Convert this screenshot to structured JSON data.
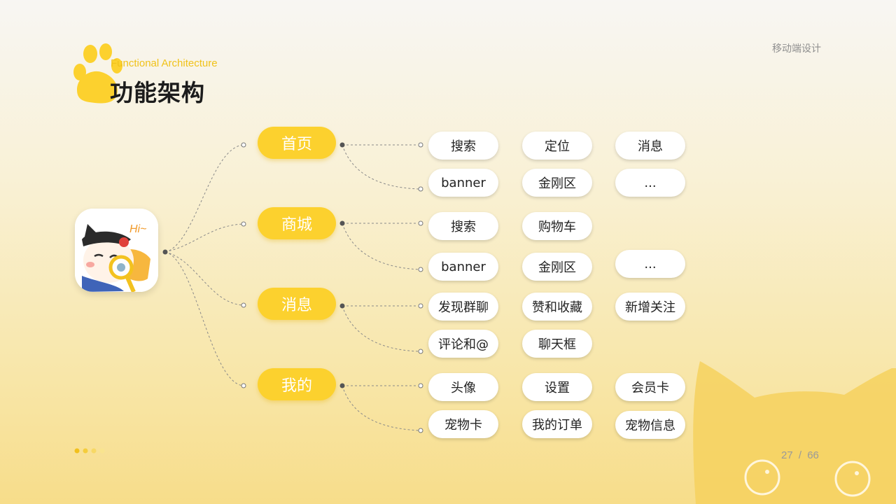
{
  "header": {
    "subtitle": "Functional Architecture",
    "title": "功能架构",
    "corner_label": "移动端设计"
  },
  "footer": {
    "page_current": "27",
    "page_separator": "/",
    "page_total": "66"
  },
  "colors": {
    "accent": "#fcd12e",
    "title": "#1c1c1c",
    "pill_bg": "#ffffff"
  },
  "app_icon": {
    "badge_text": "Hi~"
  },
  "tree": {
    "categories": [
      {
        "label": "首页",
        "rows": [
          [
            "搜索",
            "定位",
            "消息"
          ],
          [
            "banner",
            "金刚区",
            "..."
          ]
        ]
      },
      {
        "label": "商城",
        "rows": [
          [
            "搜索",
            "购物车"
          ],
          [
            "banner",
            "金刚区",
            "..."
          ]
        ]
      },
      {
        "label": "消息",
        "rows": [
          [
            "发现群聊",
            "赞和收藏",
            "新增关注"
          ],
          [
            "评论和@",
            "聊天框"
          ]
        ]
      },
      {
        "label": "我的",
        "rows": [
          [
            "头像",
            "设置",
            "会员卡"
          ],
          [
            "宠物卡",
            "我的订单",
            "宠物信息"
          ]
        ]
      }
    ]
  }
}
